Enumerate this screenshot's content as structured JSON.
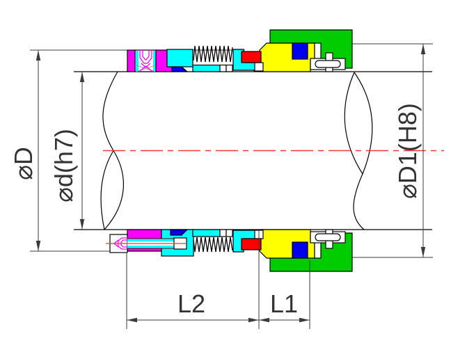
{
  "drawing": {
    "type": "mechanical-seal-cross-section",
    "labels": {
      "outer_diameter": "⌀D",
      "shaft_diameter": "⌀d(h7)",
      "bore_diameter": "⌀D1(H8)",
      "length_l2": "L2",
      "length_l1": "L1"
    },
    "colors": {
      "gland_green": "#00cc00",
      "seat_yellow": "#ffff00",
      "retainer_cyan": "#00ffff",
      "collar_magenta": "#ff00ff",
      "oring_red": "#ff0000",
      "gasket_blue": "#0000ee",
      "centerline_red": "#ff3333",
      "outline_black": "#000000",
      "dimension_gray": "#3a3a3a",
      "background": "#ffffff",
      "hatch_gray": "#999999"
    }
  }
}
